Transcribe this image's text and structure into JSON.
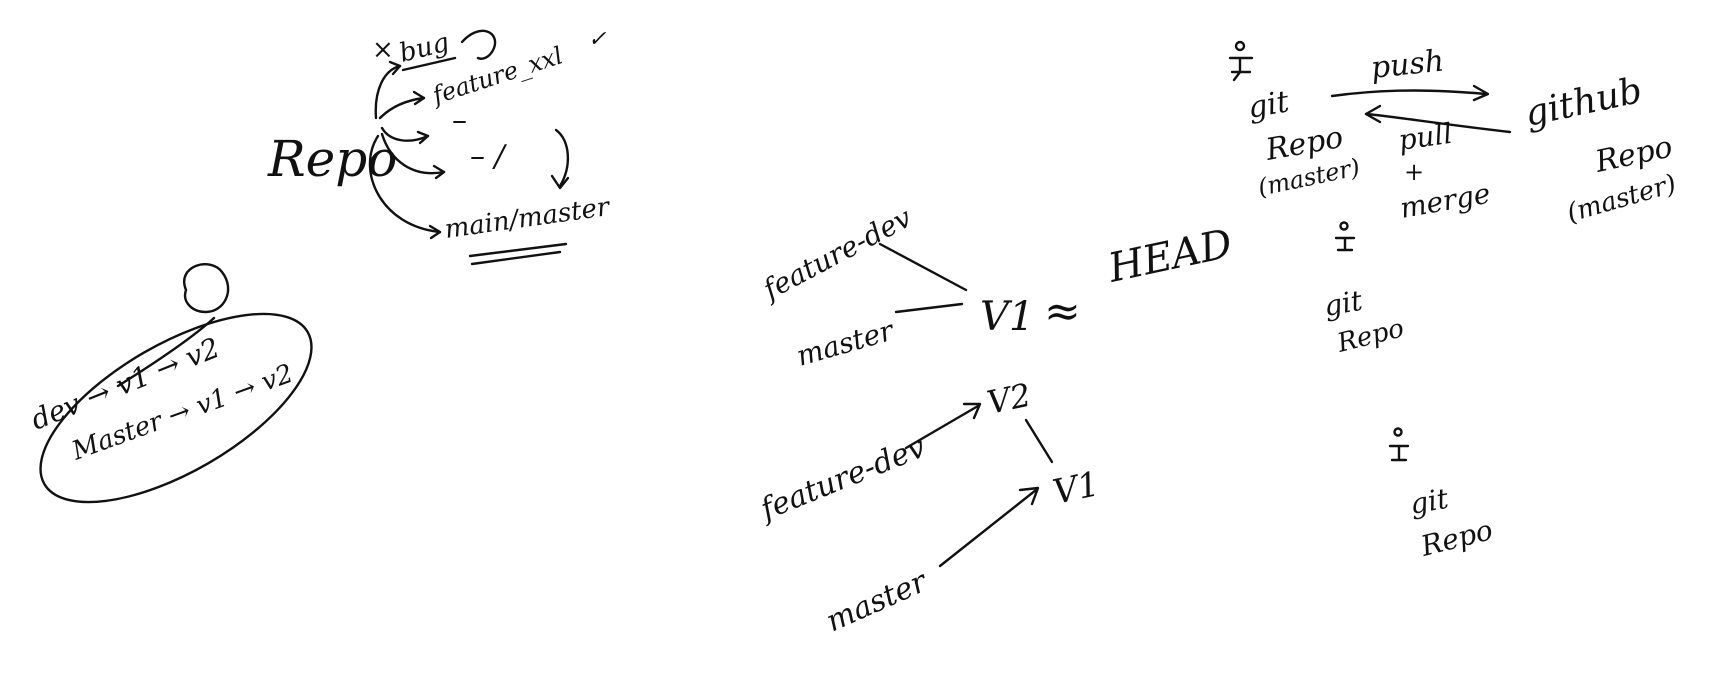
{
  "colors": {
    "ink": "#111111",
    "background": "#ffffff"
  },
  "repo_sketch": {
    "root": "Repo",
    "cross_mark": "×",
    "branch_bug": "bug",
    "branch_feature": "feature_xxl",
    "check_mark": "✓",
    "dash_a": "–",
    "dash_b": "–  /",
    "dash_c": "–",
    "main": "main/master"
  },
  "ellipse_sketch": {
    "dev_row": "dev → v1 → v2",
    "master_row": "Master → v1 → v2"
  },
  "head_sketch": {
    "feature": "feature-dev",
    "master": "master",
    "v1": "V1",
    "approx": "≈",
    "head": "HEAD"
  },
  "commits_sketch": {
    "feature": "feature-dev",
    "master": "master",
    "v2": "V2",
    "v1": "V1"
  },
  "remote_sketch": {
    "push": "push",
    "pull": "pull",
    "plus": "+",
    "merge": "merge",
    "local_git": "git",
    "local_repo": "Repo",
    "local_branch": "(master)",
    "github": "github",
    "github_repo": "Repo",
    "github_branch": "(master)",
    "user2_git": "git",
    "user2_repo": "Repo",
    "user3_git": "git",
    "user3_repo": "Repo"
  }
}
